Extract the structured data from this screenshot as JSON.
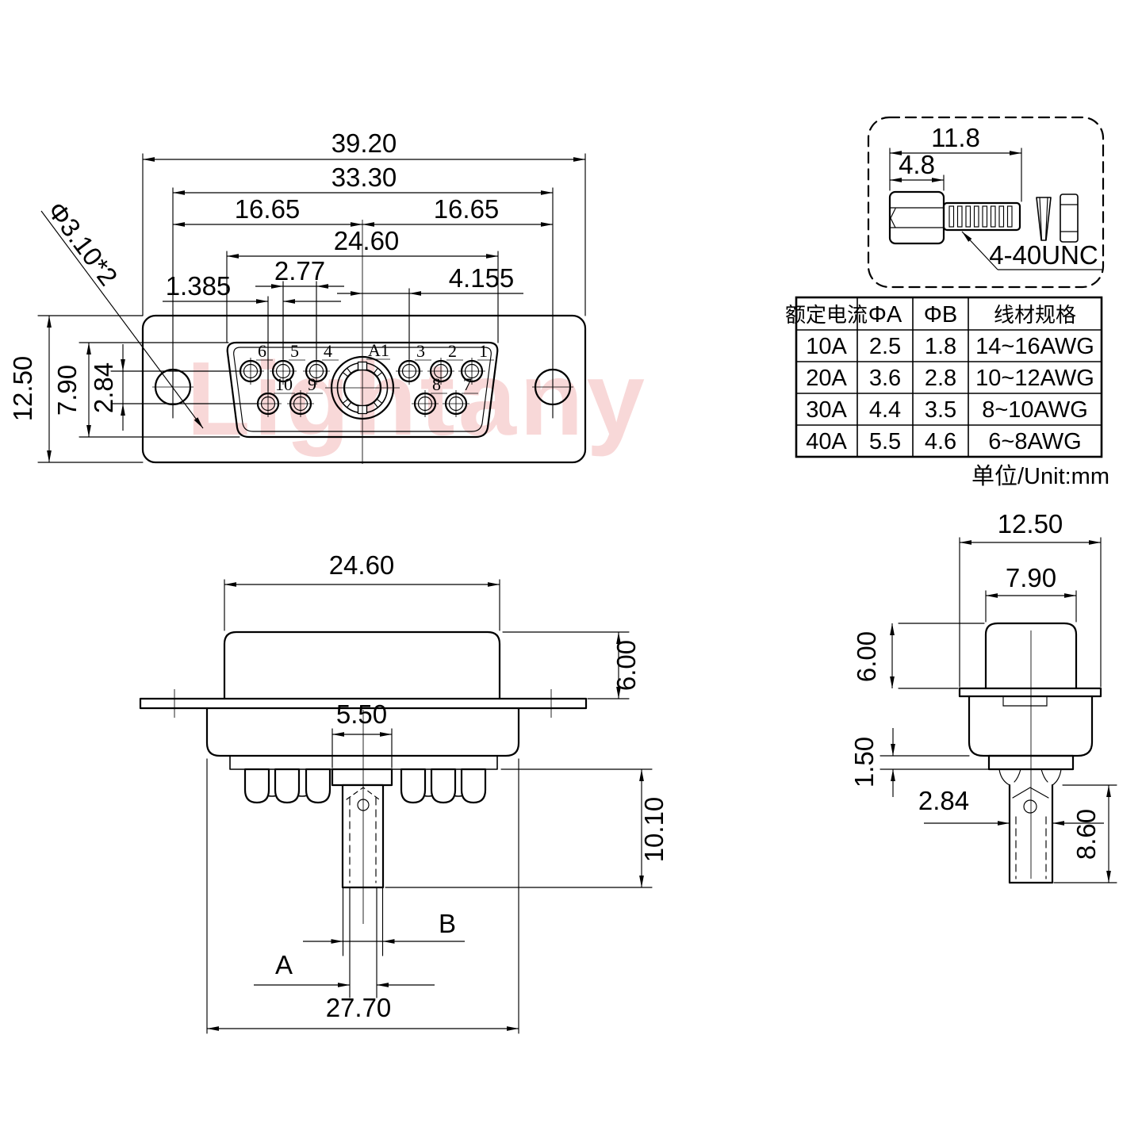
{
  "watermark": "Lightany",
  "front_view": {
    "labels": {
      "overall_width": "39.20",
      "mount_spacing": "33.30",
      "half_left": "16.65",
      "half_right": "16.65",
      "insert_width": "24.60",
      "pin_pitch": "2.77",
      "coax_spacing": "4.155",
      "row_offset": "1.385",
      "flange_height": "12.50",
      "insert_height": "7.90",
      "row_spacing": "2.84",
      "mount_hole_dia": "Φ3.10*2"
    },
    "coax_label": "A1",
    "pin_numbers": [
      "6",
      "5",
      "4",
      "3",
      "2",
      "1",
      "10",
      "9",
      "8",
      "7"
    ]
  },
  "screw_detail": {
    "overall_length": "11.8",
    "head_length": "4.8",
    "thread_spec": "4-40UNC"
  },
  "spec_table": {
    "col_headers": [
      "额定电流",
      "ΦA",
      "ΦB",
      "线材规格"
    ],
    "rows": [
      [
        "10A",
        "2.5",
        "1.8",
        "14~16AWG"
      ],
      [
        "20A",
        "3.6",
        "2.8",
        "10~12AWG"
      ],
      [
        "30A",
        "4.4",
        "3.5",
        "8~10AWG"
      ],
      [
        "40A",
        "5.5",
        "4.6",
        "6~8AWG"
      ]
    ],
    "unit_note": "单位/Unit:mm"
  },
  "rear_view": {
    "labels": {
      "insert_width": "24.60",
      "shell_height": "6.00",
      "tab_width": "5.50",
      "contact_length": "10.10",
      "dim_b": "B",
      "dim_a": "A",
      "overall_width": "27.70"
    }
  },
  "side_view": {
    "labels": {
      "flange_width": "12.50",
      "shell_width": "7.90",
      "shell_height": "6.00",
      "step_height": "1.50",
      "barrel_dia": "2.84",
      "contact_length": "8.60"
    }
  }
}
